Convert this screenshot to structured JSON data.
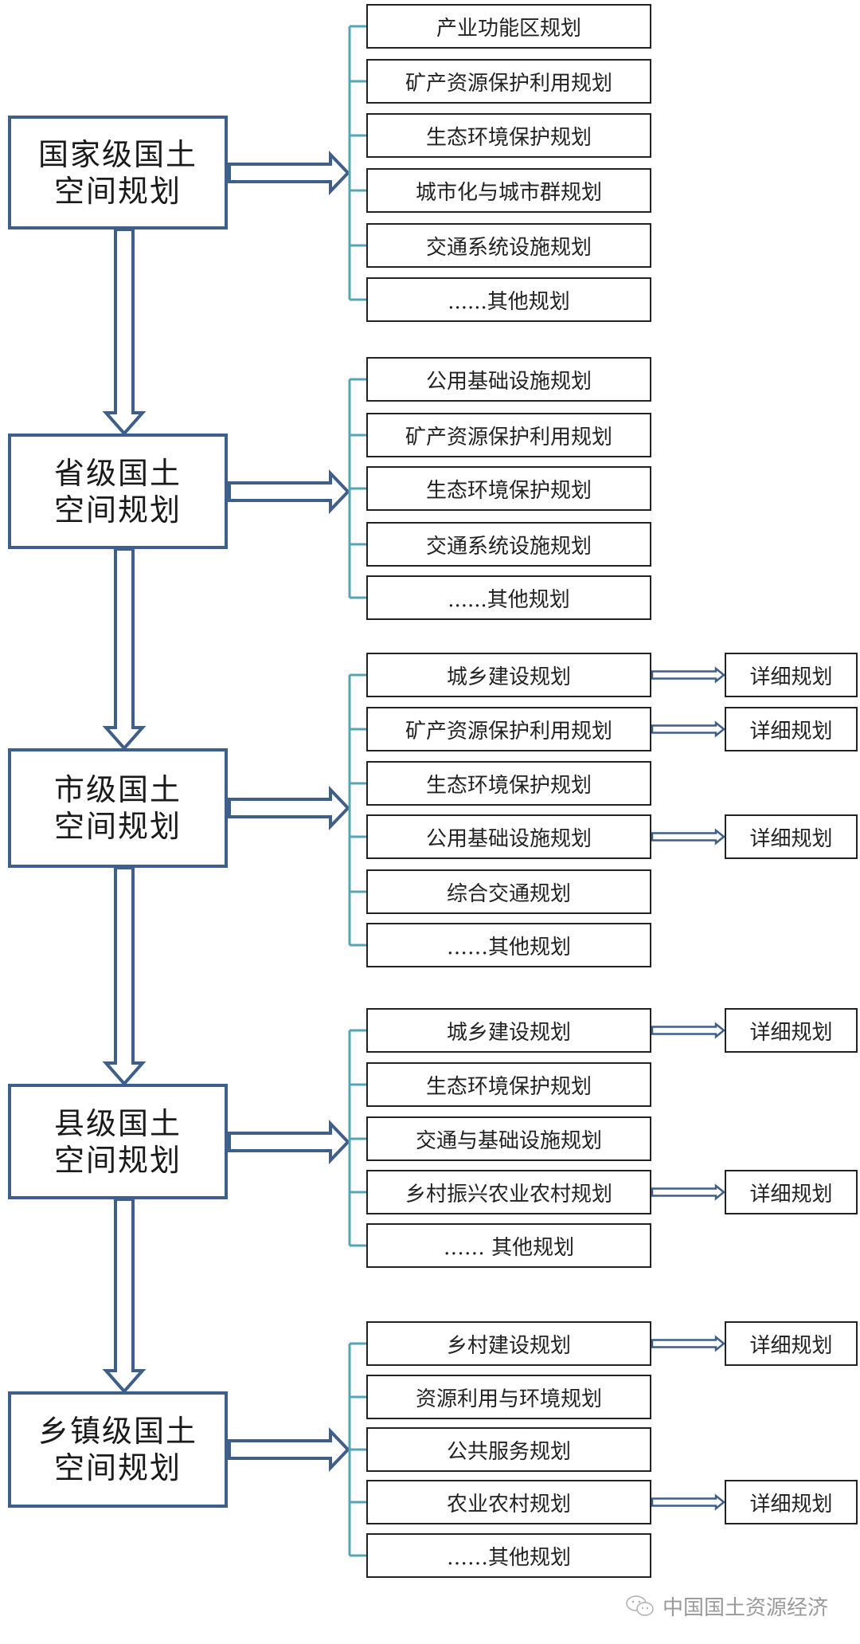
{
  "diagram": {
    "colors": {
      "main_arrow": "#3e5f8a",
      "bracket": "#55a5b8",
      "box_border": "#222222"
    },
    "levels": [
      {
        "title_line1": "国家级国土",
        "title_line2": "空间规划",
        "items": [
          {
            "label": "产业功能区规划",
            "detail": null
          },
          {
            "label": "矿产资源保护利用规划",
            "detail": null
          },
          {
            "label": "生态环境保护规划",
            "detail": null
          },
          {
            "label": "城市化与城市群规划",
            "detail": null
          },
          {
            "label": "交通系统设施规划",
            "detail": null
          },
          {
            "label": "......其他规划",
            "detail": null
          }
        ]
      },
      {
        "title_line1": "省级国土",
        "title_line2": "空间规划",
        "items": [
          {
            "label": "公用基础设施规划",
            "detail": null
          },
          {
            "label": "矿产资源保护利用规划",
            "detail": null
          },
          {
            "label": "生态环境保护规划",
            "detail": null
          },
          {
            "label": "交通系统设施规划",
            "detail": null
          },
          {
            "label": "......其他规划",
            "detail": null
          }
        ]
      },
      {
        "title_line1": "市级国土",
        "title_line2": "空间规划",
        "items": [
          {
            "label": "城乡建设规划",
            "detail": "详细规划"
          },
          {
            "label": "矿产资源保护利用规划",
            "detail": "详细规划"
          },
          {
            "label": "生态环境保护规划",
            "detail": null
          },
          {
            "label": "公用基础设施规划",
            "detail": "详细规划"
          },
          {
            "label": "综合交通规划",
            "detail": null
          },
          {
            "label": "……其他规划",
            "detail": null
          }
        ]
      },
      {
        "title_line1": "县级国土",
        "title_line2": "空间规划",
        "items": [
          {
            "label": "城乡建设规划",
            "detail": "详细规划"
          },
          {
            "label": "生态环境保护规划",
            "detail": null
          },
          {
            "label": "交通与基础设施规划",
            "detail": null
          },
          {
            "label": "乡村振兴农业农村规划",
            "detail": "详细规划"
          },
          {
            "label": "…… 其他规划",
            "detail": null
          }
        ]
      },
      {
        "title_line1": "乡镇级国土",
        "title_line2": "空间规划",
        "items": [
          {
            "label": "乡村建设规划",
            "detail": "详细规划"
          },
          {
            "label": "资源利用与环境规划",
            "detail": null
          },
          {
            "label": "公共服务规划",
            "detail": null
          },
          {
            "label": "农业农村规划",
            "detail": "详细规划"
          },
          {
            "label": "……其他规划",
            "detail": null
          }
        ]
      }
    ]
  },
  "watermark": {
    "icon": "wechat-icon",
    "text": "中国国土资源经济"
  }
}
